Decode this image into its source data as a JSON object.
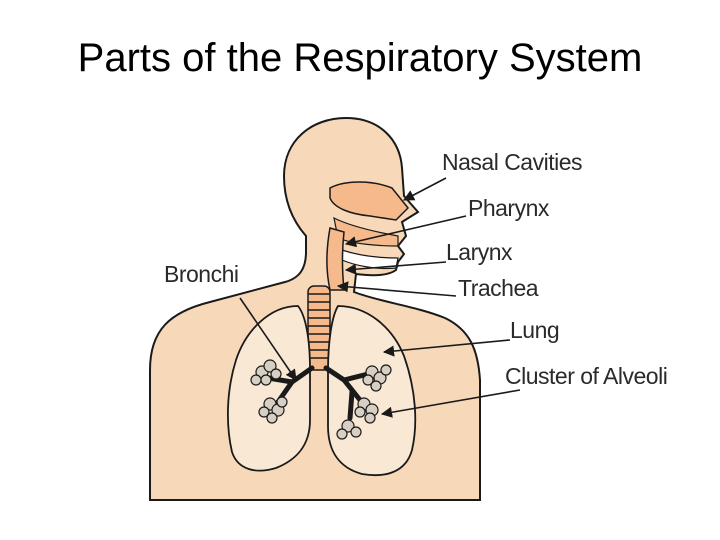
{
  "title": "Parts of the Respiratory System",
  "labels": {
    "nasal_cavities": "Nasal Cavities",
    "pharynx": "Pharynx",
    "larynx": "Larynx",
    "trachea": "Trachea",
    "lung": "Lung",
    "cluster_of_alveoli": "Cluster of Alveoli",
    "bronchi": "Bronchi"
  },
  "colors": {
    "skin": "#f7d9b9",
    "nasal": "#f5b98c",
    "outline": "#1a1a1a"
  }
}
